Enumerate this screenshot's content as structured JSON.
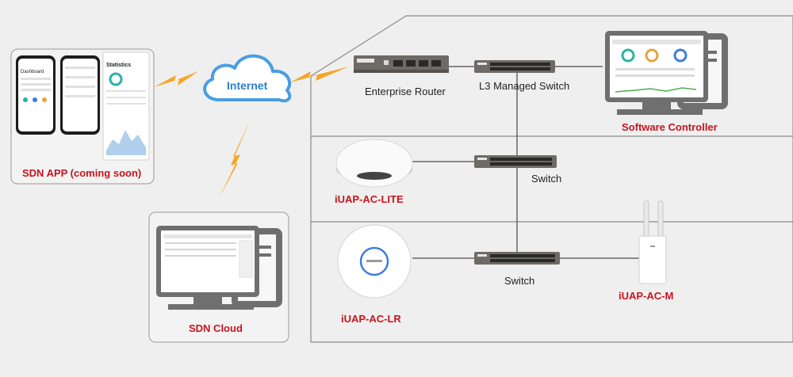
{
  "labels": {
    "internet": "Internet",
    "router": "Enterprise Router",
    "l3_switch": "L3 Managed Switch",
    "software_controller": "Software Controller",
    "sdn_app": "SDN APP (coming soon)",
    "sdn_cloud": "SDN Cloud",
    "switch_mid": "Switch",
    "switch_bottom": "Switch",
    "ap_lite": "iUAP-AC-LITE",
    "ap_lr": "iUAP-AC-LR",
    "ap_m": "iUAP-AC-M"
  },
  "phone_screens": {
    "dashboard": "Dashboard",
    "statistics": "Statistics"
  },
  "colors": {
    "background": "#efefef",
    "panel_border": "#8a8a8a",
    "device_gray": "#6f6f6f",
    "label_red": "#c8141e",
    "internet_blue": "#2c7fc9",
    "lightning": "#f5a623",
    "link_line": "#666666"
  },
  "icons": [
    "lightning-bolt-icon",
    "cloud-icon",
    "monitor-icon",
    "pc-tower-icon",
    "smartphone-icon",
    "switch-icon",
    "router-icon",
    "access-point-icon"
  ]
}
